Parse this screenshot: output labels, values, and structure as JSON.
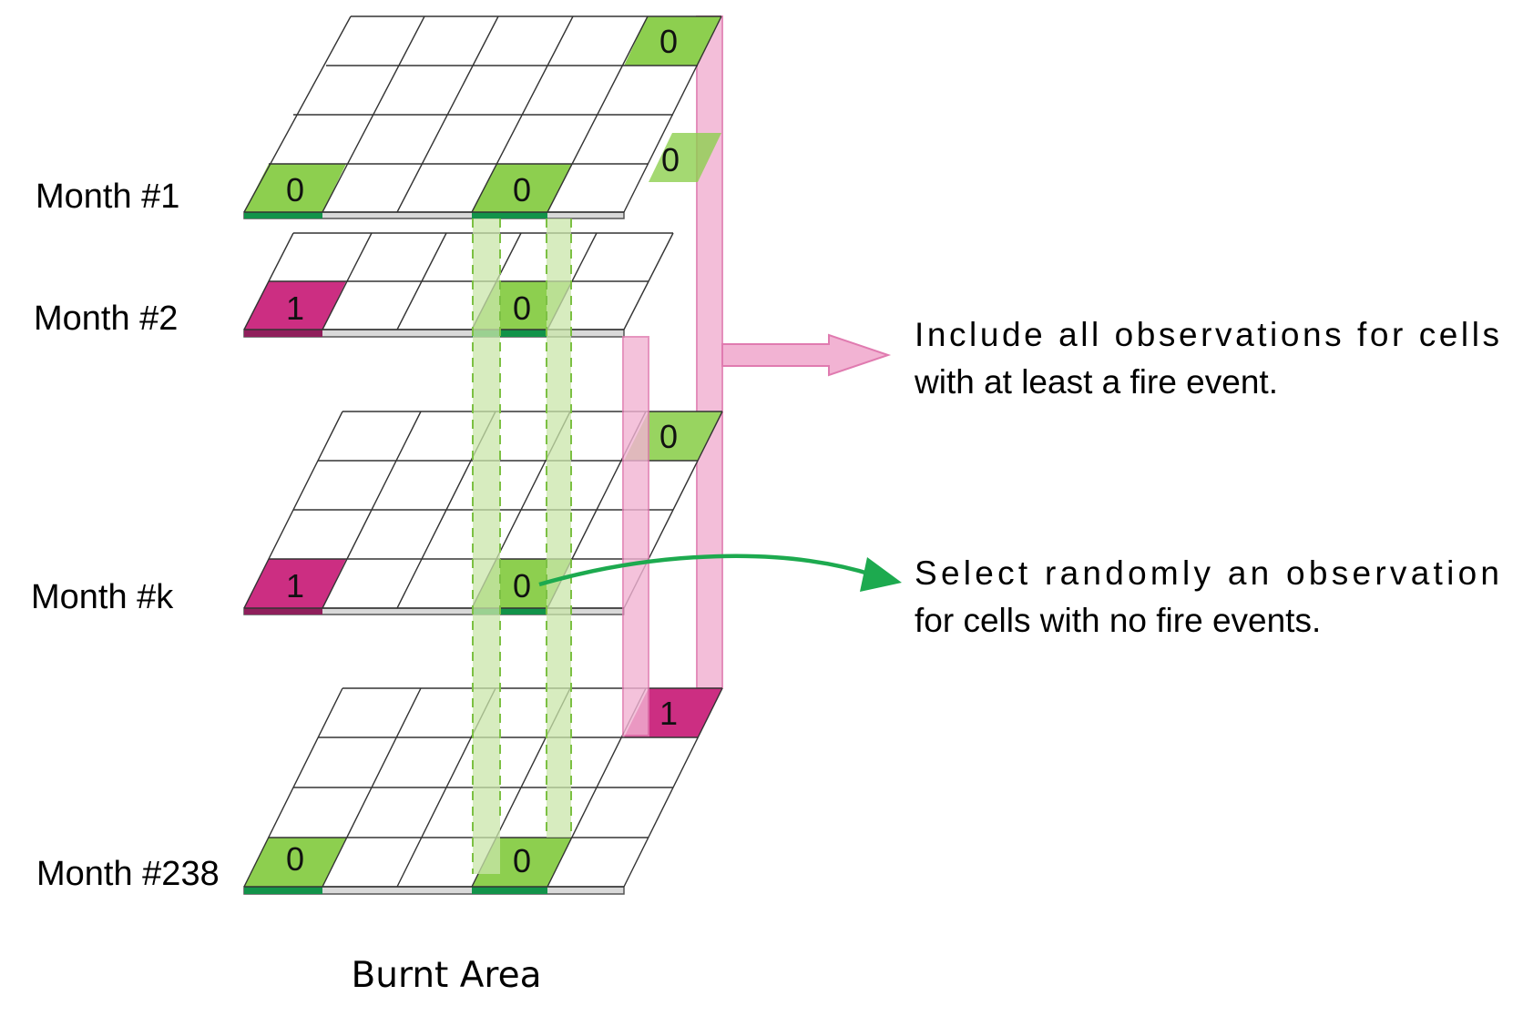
{
  "labels": {
    "month_1": "Month #1",
    "month_2": "Month #2",
    "month_k": "Month #k",
    "month_238": "Month #238",
    "caption": "Burnt Area"
  },
  "notes": {
    "include_line1": "Include  all  observations  for  cells",
    "include_line2": "with at least a fire event.",
    "select_line1": "Select  randomly  an  observation",
    "select_line2": "for cells with no fire events."
  },
  "cells": {
    "m1_front_left": "0",
    "m1_front_mid": "0",
    "m1_back_right": "0",
    "m1_right_mid": "0",
    "m2_front_left": "1",
    "m2_front_mid": "0",
    "mk_back_right": "0",
    "mk_front_left": "1",
    "mk_front_mid": "0",
    "m238_back_right": "1",
    "m238_front_left": "0",
    "m238_front_mid": "0"
  },
  "colors": {
    "no_fire": "#8dcf4f",
    "fire": "#cc2e82",
    "pink_tube": "#f2b3d3",
    "green_tube": "#c9e6a9",
    "green_arrow": "#1daa4f"
  }
}
